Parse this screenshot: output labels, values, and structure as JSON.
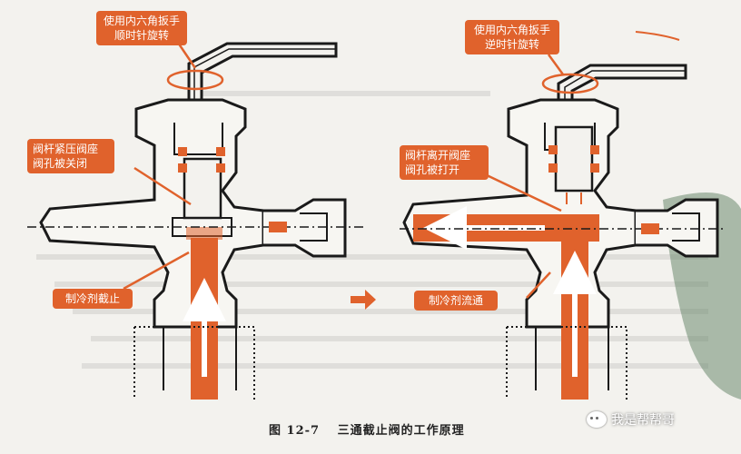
{
  "left": {
    "rotate_label_line1": "使用内六角扳手",
    "rotate_label_line2": "顺时针旋转",
    "stem_label_line1": "阀杆紧压阀座",
    "stem_label_line2": "阀孔被关闭",
    "flow_label": "制冷剂截止"
  },
  "right": {
    "rotate_label_line1": "使用内六角扳手",
    "rotate_label_line2": "逆时针旋转",
    "stem_label_line1": "阀杆离开阀座",
    "stem_label_line2": "阀孔被打开",
    "flow_label": "制冷剂流通"
  },
  "caption": {
    "figure_number": "图 12-7",
    "title": "三通截止阀的工作原理"
  },
  "watermark": {
    "text": "我是帮帮哥"
  },
  "colors": {
    "accent": "#e0622c",
    "line": "#1a1a1a",
    "background": "#f3f2ee"
  }
}
